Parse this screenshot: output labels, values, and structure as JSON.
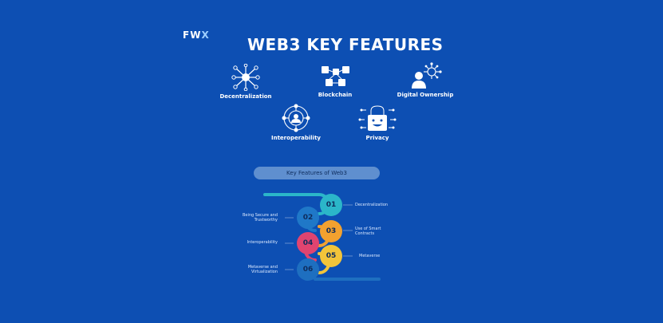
{
  "brand": {
    "name_a": "FW",
    "name_b": "X"
  },
  "title": "WEB3 KEY FEATURES",
  "features": [
    {
      "icon": "decentralization-network-icon",
      "label": "Decentralization"
    },
    {
      "icon": "blockchain-cubes-icon",
      "label": "Blockchain"
    },
    {
      "icon": "digital-ownership-user-icon",
      "label": "Digital Ownership"
    },
    {
      "icon": "interoperability-globe-icon",
      "label": "Interoperability"
    },
    {
      "icon": "privacy-lock-icon",
      "label": "Privacy"
    }
  ],
  "infographic": {
    "pill_label": "Key Features of Web3",
    "steps": [
      {
        "num": "01",
        "label": "Decentralization",
        "color": "#2bb6c9"
      },
      {
        "num": "02",
        "label": "Being Secure and Trustworthy",
        "color": "#1f78c8"
      },
      {
        "num": "03",
        "label": "Use of Smart Contracts",
        "color": "#f2a12f"
      },
      {
        "num": "04",
        "label": "Interoperability",
        "color": "#e04470"
      },
      {
        "num": "05",
        "label": "Metaverse",
        "color": "#f2c43a"
      },
      {
        "num": "06",
        "label": "Metaverse and Virtualization",
        "color": "#1e6fc0"
      }
    ]
  }
}
